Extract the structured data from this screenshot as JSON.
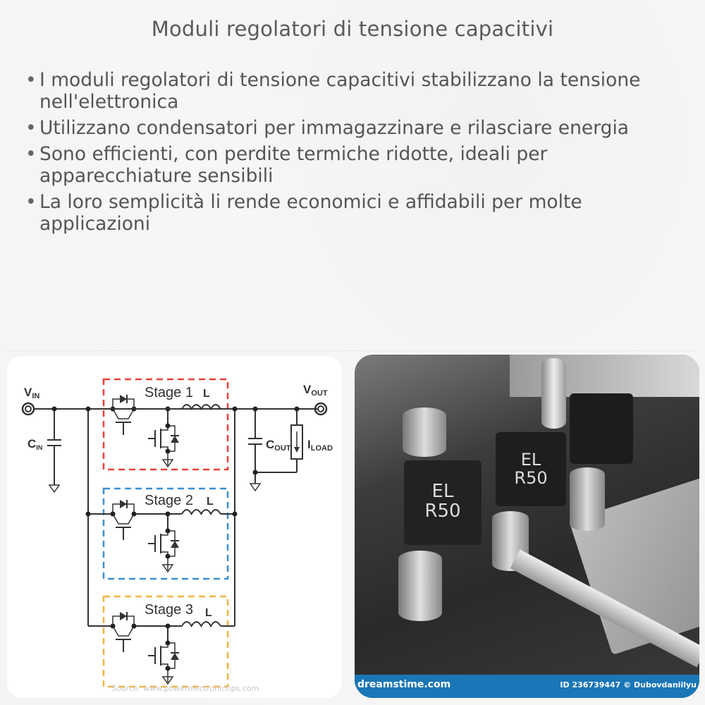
{
  "title": "Moduli regolatori di tensione capacitivi",
  "bullets": [
    "I moduli regolatori di tensione capacitivi stabilizzano la tensione nell'elettronica",
    "Utilizzano condensatori per immagazzinare e rilasciare energia",
    "Sono efficienti, con perdite termiche ridotte, ideali per apparecchiature sensibili",
    "La loro semplicità li rende economici e affidabili per molte applicazioni"
  ],
  "diagram": {
    "vin": "V",
    "vin_sub": "IN",
    "vout": "V",
    "vout_sub": "OUT",
    "cin": "C",
    "cin_sub": "IN",
    "cout": "C",
    "cout_sub": "OUT",
    "iload": "I",
    "iload_sub": "LOAD",
    "stages": [
      {
        "label": "Stage 1",
        "inductor": "L",
        "color": "#e8403a"
      },
      {
        "label": "Stage 2",
        "inductor": "L",
        "color": "#3a8fd0"
      },
      {
        "label": "Stage 3",
        "inductor": "L",
        "color": "#f0b440"
      }
    ],
    "source": "Source: www.powerelectronictips.com"
  },
  "photo": {
    "brand": "dreamstime.com",
    "id_text": "ID 236739447 © Dubovdaniilyu",
    "inductor_marking_1": "EL",
    "inductor_marking_2": "R50",
    "accent": "#1a76b6"
  }
}
